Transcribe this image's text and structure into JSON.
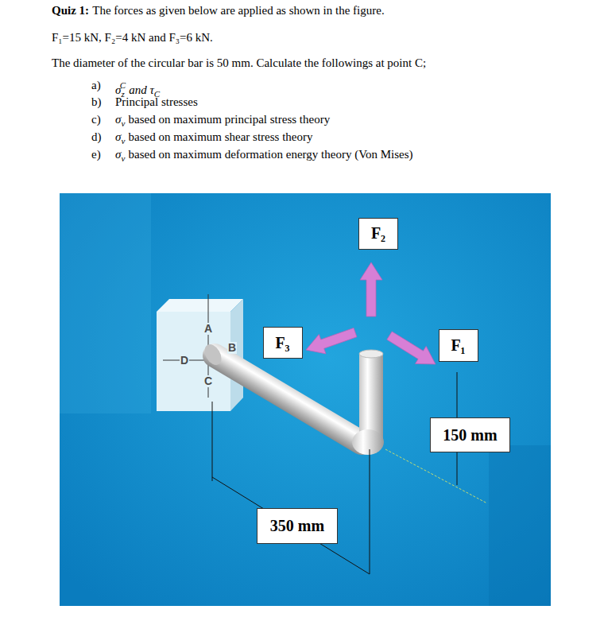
{
  "diagram": {
    "nodes": [
      {
        "text": [
          "F₂"
        ]
      },
      {
        "text": [
          "F₃"
        ]
      },
      {
        "text": [
          "F₁"
        ]
      },
      {
        "text": [
          "150 mm"
        ]
      },
      {
        "text": [
          "350 mm"
        ]
      }
    ],
    "labels": [
      "Quiz 1:",
      "The forces as given below are applied as shown in the figure.",
      "F₁=15 kN, F₂=4 kN and F₃=6 kN.",
      "The diameter of the circular bar is 50 mm. Calculate the followings at point C;",
      "a)",
      "σ",
      "z",
      "C",
      "and τ",
      "C",
      "b)",
      "Principal stresses",
      "c)",
      "σ",
      "v",
      "based on maximum principal stress theory",
      "d)",
      "σ",
      "v",
      "based on maximum shear stress theory",
      "e)",
      "σ",
      "v",
      "based on maximum deformation energy theory (Von Mises)",
      "A",
      "B",
      "C",
      "D"
    ]
  }
}
